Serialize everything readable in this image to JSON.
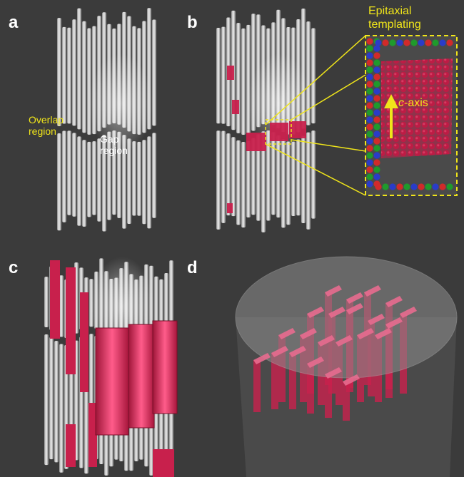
{
  "panels": {
    "a": {
      "letter": "a",
      "overlap_label": "Overlap\nregion",
      "gap_label": "Gap\nregion"
    },
    "b": {
      "letter": "b",
      "inset_title": "Epitaxial\ntemplating",
      "axis_label_italic": "c",
      "axis_label_rest": "-axis"
    },
    "c": {
      "letter": "c"
    },
    "d": {
      "letter": "d"
    }
  },
  "colors": {
    "background": "#3b3b3b",
    "rod": "#c9c9c9",
    "crystal": "#c8204c",
    "annotation": "#f0e51a"
  }
}
